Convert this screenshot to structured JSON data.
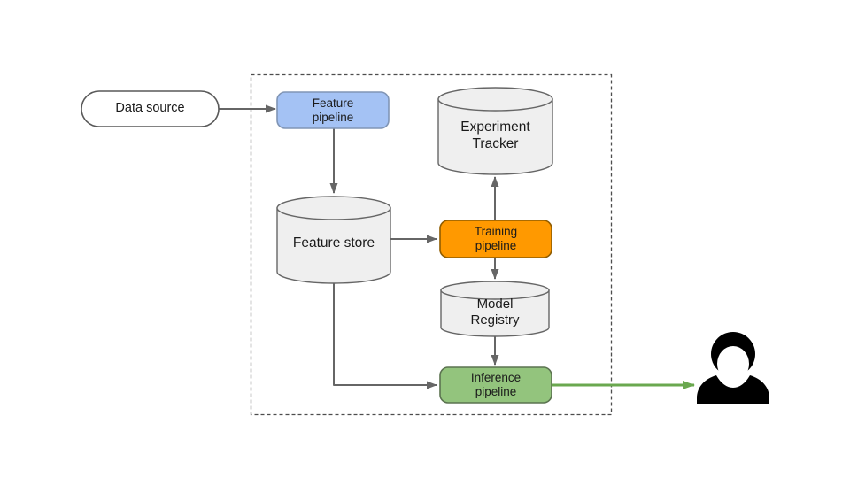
{
  "diagram": {
    "boundary": {
      "style": "dashed-rectangle"
    },
    "nodes": {
      "data_source": {
        "shape": "terminator-pill",
        "lines": [
          "Data source"
        ]
      },
      "feature_pipeline": {
        "shape": "rounded-rect",
        "lines": [
          "Feature",
          "pipeline"
        ]
      },
      "experiment_tracker": {
        "shape": "cylinder",
        "lines": [
          "Experiment",
          "Tracker"
        ]
      },
      "feature_store": {
        "shape": "cylinder",
        "lines": [
          "Feature store"
        ]
      },
      "training_pipeline": {
        "shape": "rounded-rect",
        "lines": [
          "Training",
          "pipeline"
        ]
      },
      "model_registry": {
        "shape": "cylinder",
        "lines": [
          "Model",
          "Registry"
        ]
      },
      "inference_pipeline": {
        "shape": "rounded-rect",
        "lines": [
          "Inference",
          "pipeline"
        ]
      },
      "user": {
        "shape": "person-silhouette"
      }
    },
    "edges": [
      {
        "from": "data_source",
        "to": "feature_pipeline",
        "color": "gray"
      },
      {
        "from": "feature_pipeline",
        "to": "feature_store",
        "color": "gray"
      },
      {
        "from": "feature_store",
        "to": "training_pipeline",
        "color": "gray"
      },
      {
        "from": "training_pipeline",
        "to": "experiment_tracker",
        "color": "gray"
      },
      {
        "from": "training_pipeline",
        "to": "model_registry",
        "color": "gray"
      },
      {
        "from": "model_registry",
        "to": "inference_pipeline",
        "color": "gray"
      },
      {
        "from": "feature_store",
        "to": "inference_pipeline",
        "color": "gray"
      },
      {
        "from": "inference_pipeline",
        "to": "user",
        "color": "green"
      }
    ]
  },
  "colors": {
    "background": "#ffffff",
    "text": "#1a1a1a",
    "pill_fill": "#ffffff",
    "pill_stroke": "#595959",
    "node_blue_fill": "#a4c2f4",
    "node_blue_stroke": "#8095b5",
    "node_orange_fill": "#ff9900",
    "node_orange_stroke": "#8f5c00",
    "node_green_fill": "#93c47d",
    "node_green_stroke": "#5b7350",
    "cylinder_fill": "#efefef",
    "cylinder_stroke": "#666666",
    "arrow_gray": "#666666",
    "arrow_green": "#6aa84f",
    "boundary_dash": "#4d4d4d",
    "person": "#000000"
  }
}
